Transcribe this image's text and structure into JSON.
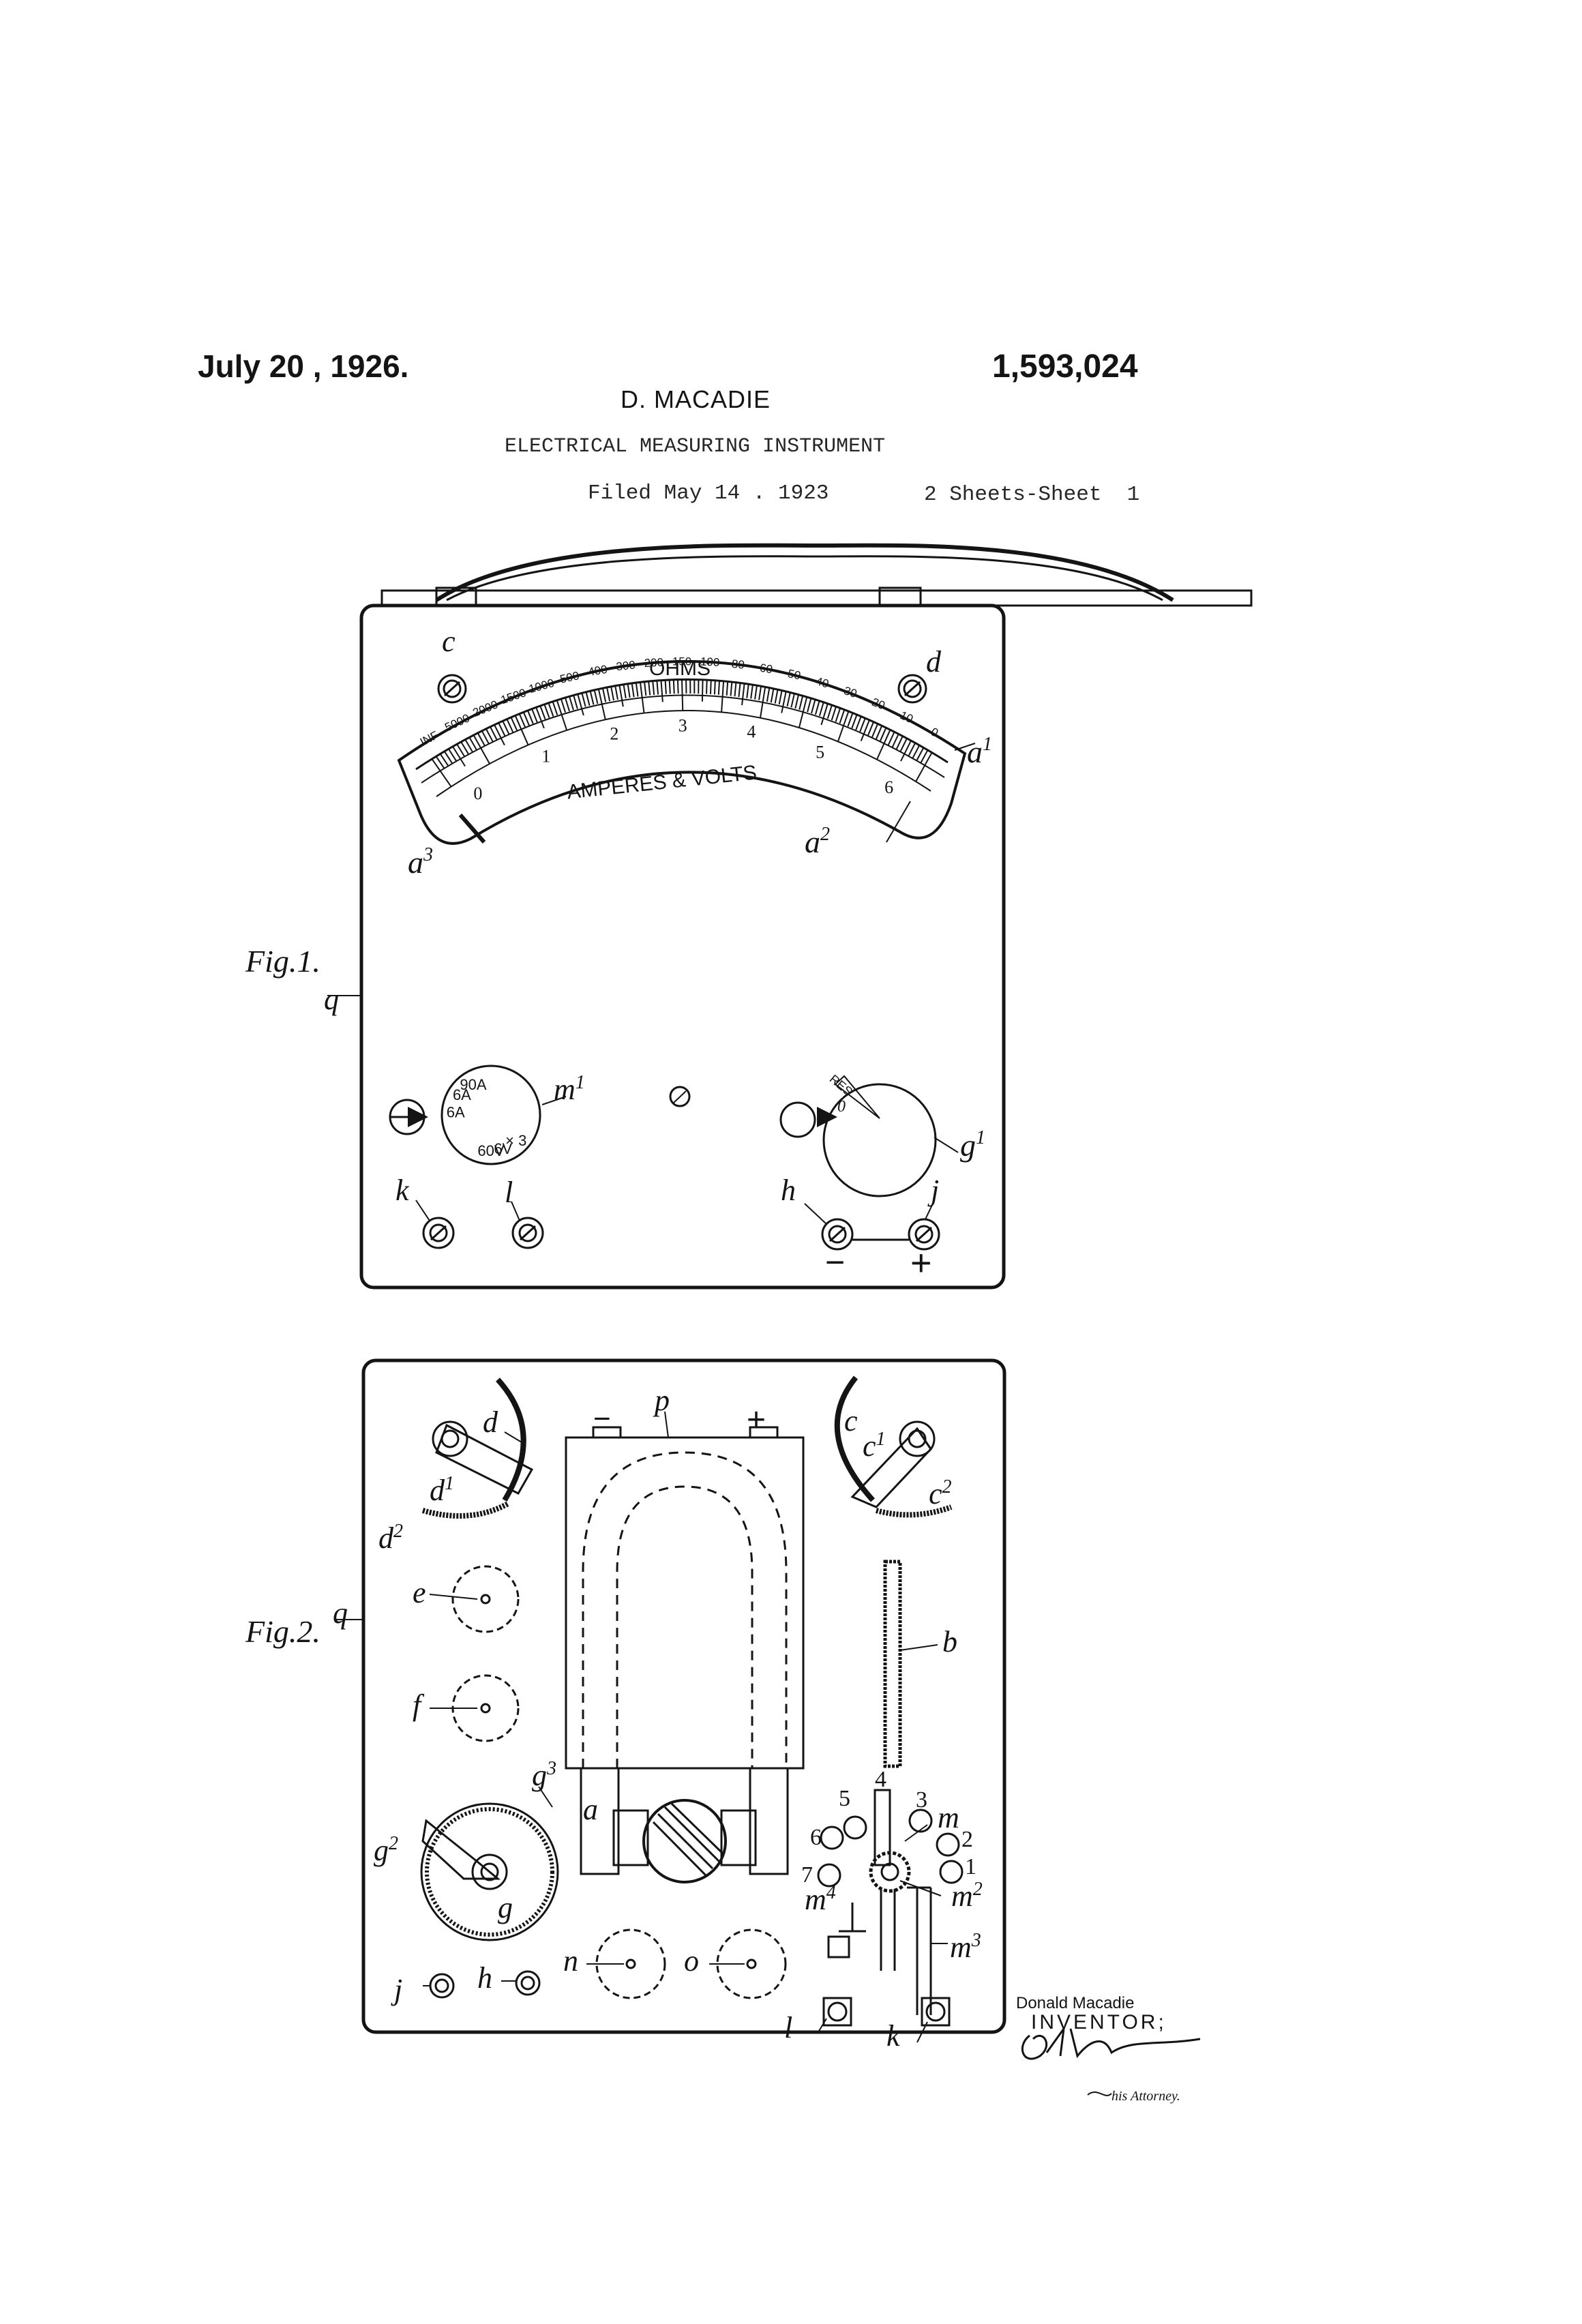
{
  "header": {
    "date": "July 20 , 1926.",
    "patent_number": "1,593,024",
    "inventor_name": "D. MACADIE",
    "title": "ELECTRICAL MEASURING INSTRUMENT",
    "filed": "Filed May 14 . 1923",
    "sheets": "2 Sheets-Sheet  1"
  },
  "fig1": {
    "label": "Fig.1.",
    "scale_top_title": "OHMS",
    "scale_bottom_title": "AMPERES & VOLTS",
    "ohm_ticks": [
      "INF",
      "5000",
      "2000",
      "1500",
      "1000",
      "500",
      "400",
      "300",
      "200",
      "150",
      "100",
      "80",
      "60",
      "50",
      "40",
      "30",
      "20",
      "10",
      "0"
    ],
    "amp_ticks": [
      "0",
      "1",
      "2",
      "3",
      "4",
      "5",
      "6"
    ],
    "selector_positions": [
      "90A",
      "6A",
      "6A",
      "60V",
      "6V",
      "× 3"
    ],
    "rheostat_label": "RES",
    "rheostat_zero": "0",
    "refs": {
      "c": "c",
      "d": "d",
      "a1": "a",
      "a1_sup": "1",
      "a2": "a",
      "a2_sup": "2",
      "a3": "a",
      "a3_sup": "3",
      "q": "q",
      "m1": "m",
      "m1_sup": "1",
      "g1": "g",
      "g1_sup": "1",
      "k": "k",
      "l": "l",
      "h": "h",
      "j": "j",
      "minus": "−",
      "plus": "+"
    }
  },
  "fig2": {
    "label": "Fig.2.",
    "refs": {
      "q": "q",
      "p": "p",
      "minus": "−",
      "plus": "+",
      "d": "d",
      "d1": "d",
      "d1_sup": "1",
      "d2": "d",
      "d2_sup": "2",
      "c": "c",
      "c1": "c",
      "c1_sup": "1",
      "c2": "c",
      "c2_sup": "2",
      "e": "e",
      "f": "f",
      "b": "b",
      "a": "a",
      "g": "g",
      "g2": "g",
      "g2_sup": "2",
      "g3": "g",
      "g3_sup": "3",
      "n": "n",
      "o": "o",
      "j": "j",
      "h": "h",
      "l": "l",
      "k": "k",
      "m": "m",
      "m2": "m",
      "m2_sup": "2",
      "m3": "m",
      "m3_sup": "3",
      "m4": "m",
      "m4_sup": "4",
      "contacts": [
        "1",
        "2",
        "3",
        "4",
        "5",
        "6",
        "7"
      ]
    }
  },
  "signature": {
    "inventor_printed": "Donald Macadie",
    "inventor_label": "INVENTOR;",
    "attorney_label": "his Attorney."
  }
}
